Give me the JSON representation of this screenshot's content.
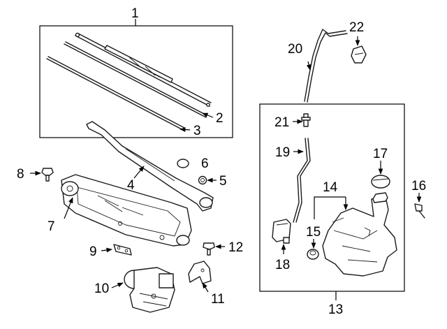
{
  "callouts": {
    "c1": "1",
    "c2": "2",
    "c3": "3",
    "c4": "4",
    "c5": "5",
    "c6": "6",
    "c7": "7",
    "c8": "8",
    "c9": "9",
    "c10": "10",
    "c11": "11",
    "c12": "12",
    "c13": "13",
    "c14": "14",
    "c15": "15",
    "c16": "16",
    "c17": "17",
    "c18": "18",
    "c19": "19",
    "c20": "20",
    "c21": "21",
    "c22": "22"
  },
  "colors": {
    "line": "#1a1a1a",
    "background": "#ffffff"
  }
}
